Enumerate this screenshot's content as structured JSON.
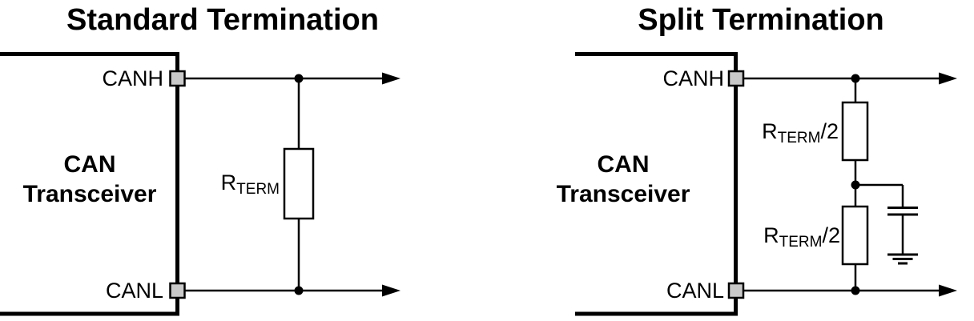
{
  "colors": {
    "line": "#000000",
    "text": "#000000",
    "terminal_fill": "#c9c9c9",
    "resistor_fill": "#ffffff",
    "background": "#ffffff"
  },
  "standard": {
    "title": "Standard Termination",
    "device_line1": "CAN",
    "device_line2": "Transceiver",
    "pin_top": "CANH",
    "pin_bottom": "CANL",
    "resistor": {
      "base": "R",
      "sub": "TERM"
    }
  },
  "split": {
    "title": "Split Termination",
    "device_line1": "CAN",
    "device_line2": "Transceiver",
    "pin_top": "CANH",
    "pin_bottom": "CANL",
    "resistor_top": {
      "base": "R",
      "sub": "TERM",
      "suffix": "/2"
    },
    "resistor_bottom": {
      "base": "R",
      "sub": "TERM",
      "suffix": "/2"
    }
  }
}
